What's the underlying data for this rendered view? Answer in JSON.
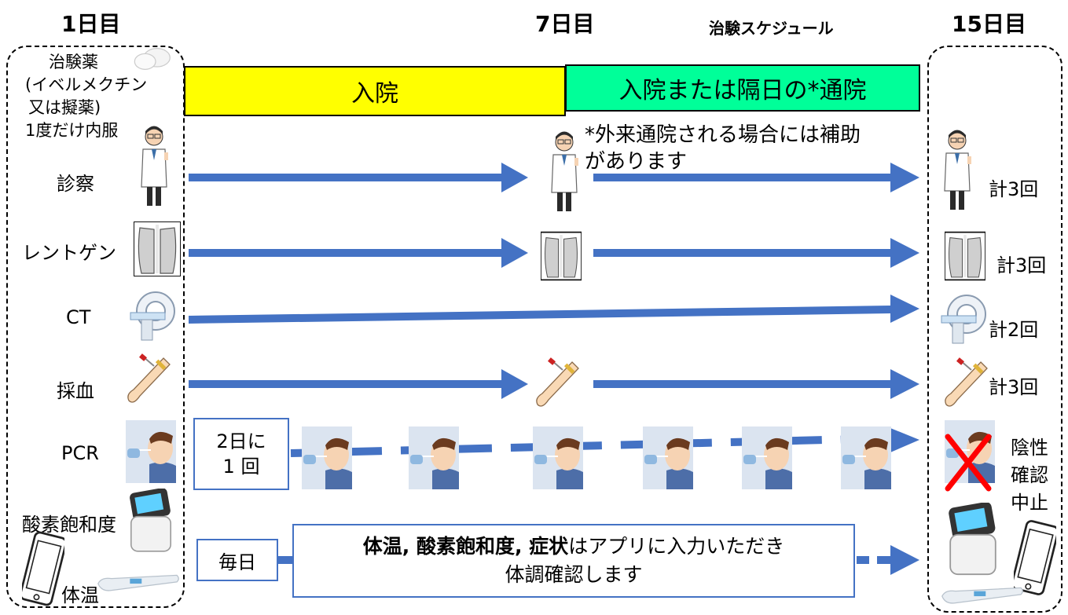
{
  "header": {
    "day1": "1日目",
    "day7": "7日目",
    "day15": "15日目",
    "title": "治験スケジュール"
  },
  "bands": {
    "inpatient": "入院",
    "inpatient_or_outpatient": "入院または隔日の*通院",
    "inpatient_color": "#FFFF00",
    "outpatient_color": "#00FF99"
  },
  "note": "*外来通院される場合には補助があります",
  "note_lines": [
    "*外来通院される場合には補助",
    "があります"
  ],
  "left": {
    "drug_lines": [
      "治験薬",
      "(イベルメクチン",
      "又は擬薬)",
      "1度だけ内服"
    ],
    "exam": "診察",
    "xray": "レントゲン",
    "ct": "CT",
    "blood": "採血",
    "pcr": "PCR",
    "spo2": "酸素飽和度",
    "temp": "体温"
  },
  "right": {
    "exam_count": "計3回",
    "xray_count": "計3回",
    "ct_count": "計2回",
    "blood_count": "計3回",
    "pcr_result": [
      "陰性",
      "確認",
      "中止"
    ]
  },
  "pcr_freq": [
    "2日に",
    "1 回"
  ],
  "daily": "毎日",
  "app_note": {
    "bold_part": "体温, 酸素飽和度, 症状",
    "rest": "はアプリに入力いただき",
    "line2": "体調確認します"
  },
  "colors": {
    "arrow": "#4472C4",
    "box_border": "#4472C4",
    "cross": "#FF0000"
  },
  "icons": [
    "pill-icon",
    "doctor-icon",
    "xray-icon",
    "ct-scanner-icon",
    "blood-draw-icon",
    "pcr-swab-icon",
    "pulse-oximeter-icon",
    "smartphone-icon",
    "thermometer-icon"
  ]
}
